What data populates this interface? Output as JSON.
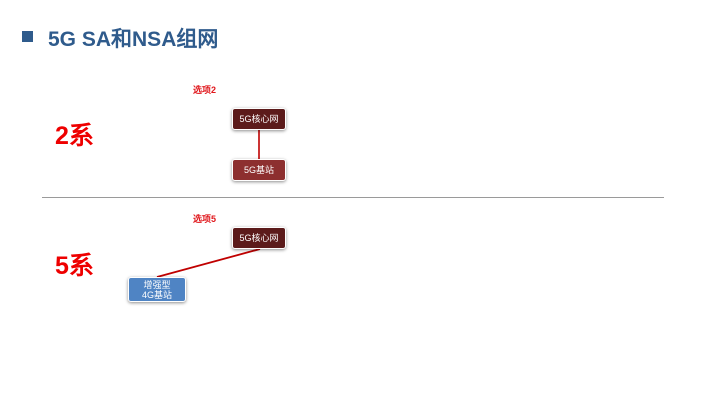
{
  "title": "5G SA和NSA组网",
  "option2": {
    "label": "选项2",
    "series": "2系",
    "core": "5G核心网",
    "gnb": "5G基站"
  },
  "option5": {
    "label": "选项5",
    "series": "5系",
    "core": "5G核心网",
    "enb_line1": "增强型",
    "enb_line2": "4G基站"
  },
  "colors": {
    "title": "#2f5b8c",
    "accent_red": "#ee0000",
    "core": "#5c1b1b",
    "gnb": "#8d2f2f",
    "enb": "#4f84c4",
    "link": "#c00000"
  }
}
